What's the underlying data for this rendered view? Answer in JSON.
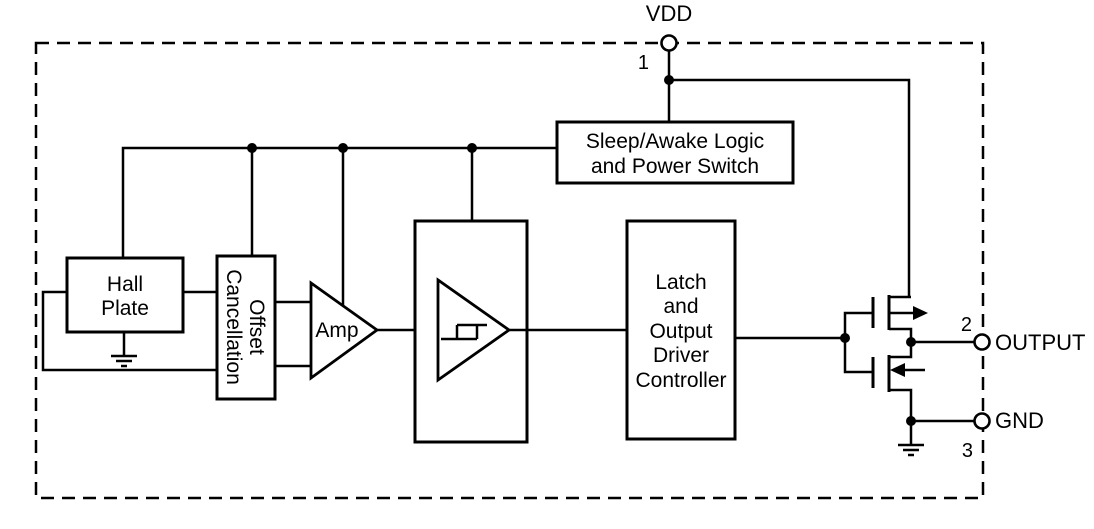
{
  "colors": {
    "stroke": "#000000",
    "background": "#ffffff"
  },
  "pins": {
    "vdd": {
      "label": "VDD",
      "number": "1"
    },
    "output": {
      "label": "OUTPUT",
      "number": "2"
    },
    "gnd": {
      "label": "GND",
      "number": "3"
    }
  },
  "blocks": {
    "hall_plate": {
      "line1": "Hall",
      "line2": "Plate"
    },
    "offset_cancellation": {
      "line1": "Offset",
      "line2": "Cancellation"
    },
    "amp": {
      "label": "Amp"
    },
    "latch": {
      "line1": "Latch",
      "line2": "and",
      "line3": "Output",
      "line4": "Driver",
      "line5": "Controller"
    },
    "sleep_awake": {
      "line1": "Sleep/Awake Logic",
      "line2": "and Power Switch"
    }
  }
}
